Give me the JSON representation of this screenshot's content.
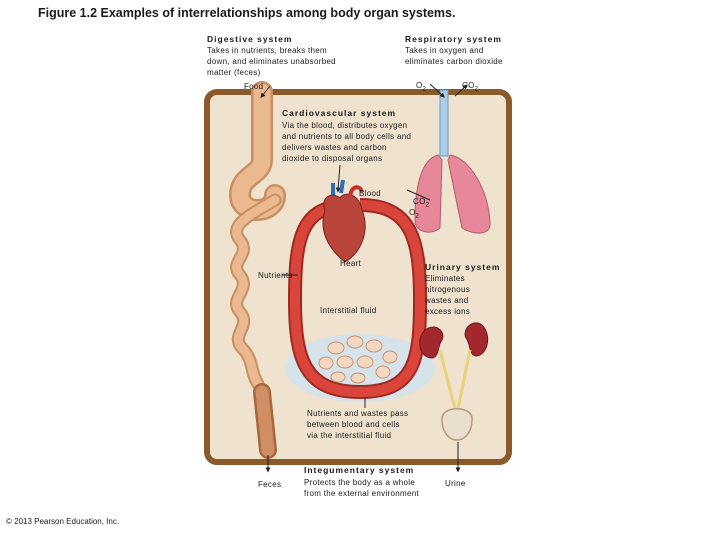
{
  "title": "Figure 1.2  Examples of interrelationships among body organ systems.",
  "digestive": {
    "heading": "Digestive system",
    "desc": "Takes in nutrients, breaks them\ndown, and eliminates unabsorbed\nmatter (feces)"
  },
  "respiratory": {
    "heading": "Respiratory system",
    "desc": "Takes in oxygen and\neliminates carbon dioxide"
  },
  "cardiovascular": {
    "heading": "Cardiovascular system",
    "desc": "Via the blood, distributes oxygen\nand nutrients to all body cells and\ndelivers wastes and carbon\ndioxide to disposal organs"
  },
  "urinary": {
    "heading": "Urinary system",
    "desc": "Eliminates\nnitrogenous\nwastes and\nexcess ions"
  },
  "integumentary": {
    "heading": "Integumentary system",
    "desc": "Protects the body as a whole\nfrom the external environment"
  },
  "labels": {
    "food": "Food",
    "o2_top": "O",
    "o2_top_sub": "2",
    "co2_top": "CO",
    "co2_top_sub": "2",
    "blood": "Blood",
    "co2_lung": "CO",
    "co2_lung_sub": "2",
    "o2_lung": "O",
    "o2_lung_sub": "2",
    "heart": "Heart",
    "nutrients": "Nutrients",
    "interstitial": "Interstitial fluid",
    "exchange": "Nutrients and wastes pass\nbetween blood and cells\nvia the interstitial fluid",
    "feces": "Feces",
    "urine": "Urine"
  },
  "copyright": "© 2013 Pearson Education, Inc.",
  "colors": {
    "body_bg": "#efe2cf",
    "body_border": "#8a5a2b",
    "blood_vessel": "#d9453a",
    "digestive_tract": "#eab98f",
    "lungs": "#e6889a",
    "trachea": "#a9cde6",
    "kidney": "#a3282d",
    "ureter": "#e9d27a",
    "cell": "#f3d7c0"
  }
}
